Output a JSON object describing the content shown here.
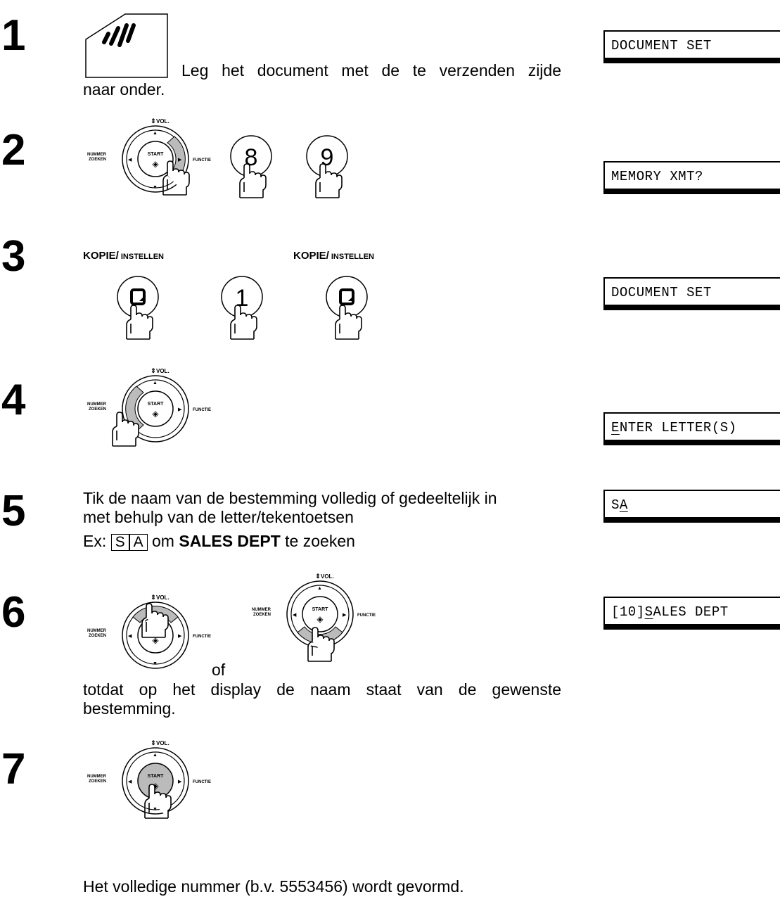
{
  "steps": [
    {
      "num": "1",
      "text": "Leg het document met de te verzenden zijde",
      "text2": "naar onder.",
      "display": "DOCUMENT SET"
    },
    {
      "num": "2",
      "keys": [
        "8",
        "9"
      ],
      "display": "MEMORY XMT?"
    },
    {
      "num": "3",
      "label_main": "KOPIE/",
      "label_sub": "INSTELLEN",
      "key": "1",
      "display": "DOCUMENT SET"
    },
    {
      "num": "4",
      "display_first": "E",
      "display_rest": "NTER LETTER(S)"
    },
    {
      "num": "5",
      "line1": "Tik de naam van de bestemming volledig of gedeeltelijk in",
      "line2": "met behulp van de letter/tekentoetsen",
      "ex": "Ex:",
      "k1": "S",
      "k2": "A",
      "om": "om",
      "target": "SALES DEPT",
      "rest": "te zoeken",
      "display_a": "S",
      "display_b": "A"
    },
    {
      "num": "6",
      "of": "of",
      "text1": "totdat op het display de naam staat van de gewenste",
      "text2": "bestemming.",
      "display_a": "[10]",
      "display_b": "S",
      "display_c": "ALES DEPT"
    },
    {
      "num": "7",
      "footer": "Het volledige nummer (b.v. 5553456) wordt gevormd."
    }
  ],
  "dial": {
    "vol": "VOL.",
    "left1": "NUMMER",
    "left2": "ZOEKEN",
    "right": "FUNCTIE",
    "center": "START"
  }
}
